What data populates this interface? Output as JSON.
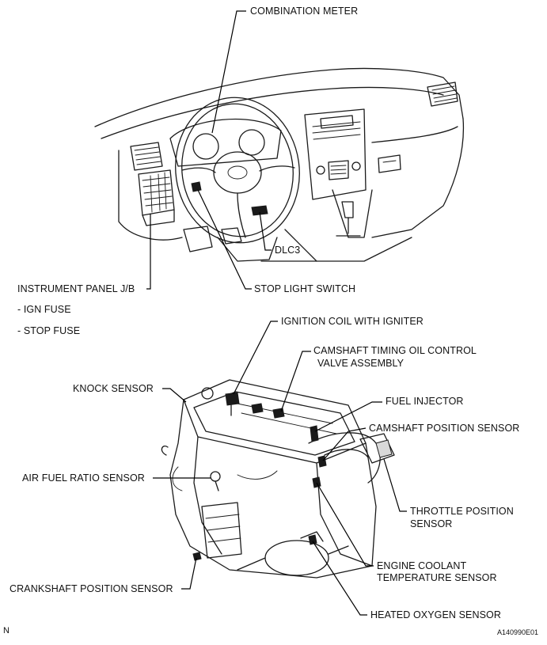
{
  "labels": {
    "combination_meter": "COMBINATION METER",
    "dlc3": "DLC3",
    "instrument_panel_jb": "INSTRUMENT PANEL J/B",
    "ign_fuse": "- IGN FUSE",
    "stop_fuse": "- STOP FUSE",
    "stop_light_switch": "STOP LIGHT SWITCH",
    "ignition_coil": "IGNITION COIL WITH IGNITER",
    "camshaft_timing_line1": "CAMSHAFT TIMING OIL CONTROL",
    "camshaft_timing_line2": "VALVE ASSEMBLY",
    "knock_sensor": "KNOCK SENSOR",
    "fuel_injector": "FUEL INJECTOR",
    "camshaft_position_sensor": "CAMSHAFT POSITION SENSOR",
    "air_fuel_ratio_sensor": "AIR FUEL RATIO SENSOR",
    "throttle_position_line1": "THROTTLE POSITION",
    "throttle_position_line2": "SENSOR",
    "engine_coolant_line1": "ENGINE COOLANT",
    "engine_coolant_line2": "TEMPERATURE SENSOR",
    "crankshaft_position_sensor": "CRANKSHAFT POSITION SENSOR",
    "heated_oxygen_sensor": "HEATED OXYGEN SENSOR"
  },
  "corner": {
    "left_mark": "N",
    "figure_id": "A140990E01"
  }
}
